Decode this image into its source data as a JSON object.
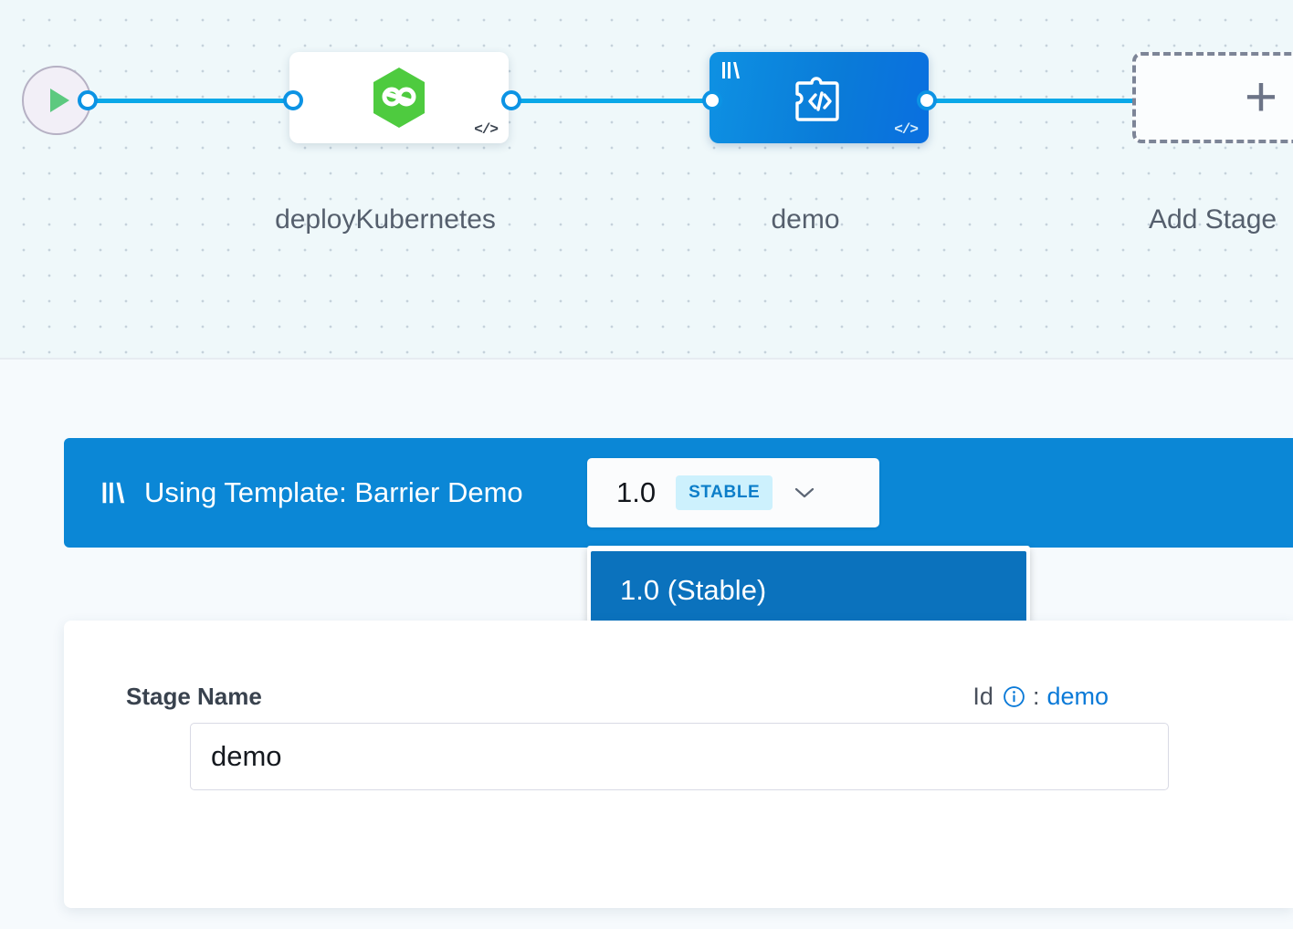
{
  "canvas": {
    "start_node": {
      "icon": "play-icon"
    },
    "nodes": [
      {
        "id": "deployKubernetes",
        "label": "deployKubernetes",
        "icon": "harness-hexagon-icon",
        "badge": "</>",
        "type": "service-stage"
      },
      {
        "id": "demo",
        "label": "demo",
        "icon": "template-puzzle-code-icon",
        "badge": "</>",
        "type": "template-stage",
        "template_mark": "template-icon"
      }
    ],
    "add_stage": {
      "label": "Add Stage",
      "icon": "plus-icon"
    }
  },
  "template_banner": {
    "icon": "template-icon",
    "text": "Using Template: Barrier Demo",
    "version_select": {
      "value": "1.0",
      "badge": "STABLE",
      "chevron": "chevron-down-icon"
    },
    "dropdown": {
      "options": [
        "1.0 (Stable)"
      ],
      "selected": "1.0 (Stable)"
    }
  },
  "stage_form": {
    "name_label": "Stage Name",
    "id_label": "Id",
    "id_info_icon": "info-circle-icon",
    "id_separator": ":",
    "id_value": "demo",
    "name_value": "demo",
    "name_placeholder": "Stage Name"
  },
  "colors": {
    "accent_blue": "#0b87d6",
    "dropdown_highlight": "#0b72bd",
    "badge_bg": "#cdf1fd",
    "badge_text": "#0c7ec9",
    "edge": "#0aa8e8",
    "canvas_bg": "#eff8fa",
    "link": "#0b7ad8",
    "harness_green": "#4ecb3f"
  }
}
